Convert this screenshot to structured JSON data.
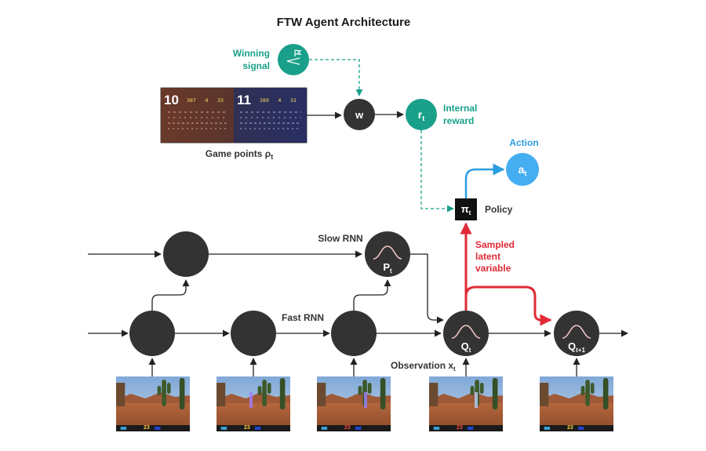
{
  "title": "FTW Agent Architecture",
  "labels": {
    "winning_signal_line1": "Winning",
    "winning_signal_line2": "signal",
    "internal_reward_line1": "Internal",
    "internal_reward_line2": "reward",
    "game_points": "Game points ρ",
    "game_points_sub": "t",
    "action": "Action",
    "policy": "Policy",
    "slow_rnn": "Slow RNN",
    "fast_rnn": "Fast RNN",
    "sampled_line1": "Sampled",
    "sampled_line2": "latent",
    "sampled_line3": "variable",
    "observation": "Observation x",
    "observation_sub": "t"
  },
  "nodes": {
    "w": "w",
    "r": "r",
    "r_sub": "t",
    "a": "a",
    "a_sub": "t",
    "pi": "π",
    "pi_sub": "t",
    "p": "P",
    "p_sub": "t",
    "q": "Q",
    "q_sub": "t",
    "q1": "Q",
    "q1_sub": "t+1"
  },
  "scoreboard": {
    "red_score": "10",
    "blue_score": "11",
    "red_stats": "307   4   33",
    "blue_stats": "289   4   31"
  },
  "hud": {
    "ammo": "23"
  },
  "colors": {
    "teal": "#1aa08a",
    "blue": "#2c9ee0",
    "red": "#e02a35",
    "node_dark": "#333333"
  }
}
